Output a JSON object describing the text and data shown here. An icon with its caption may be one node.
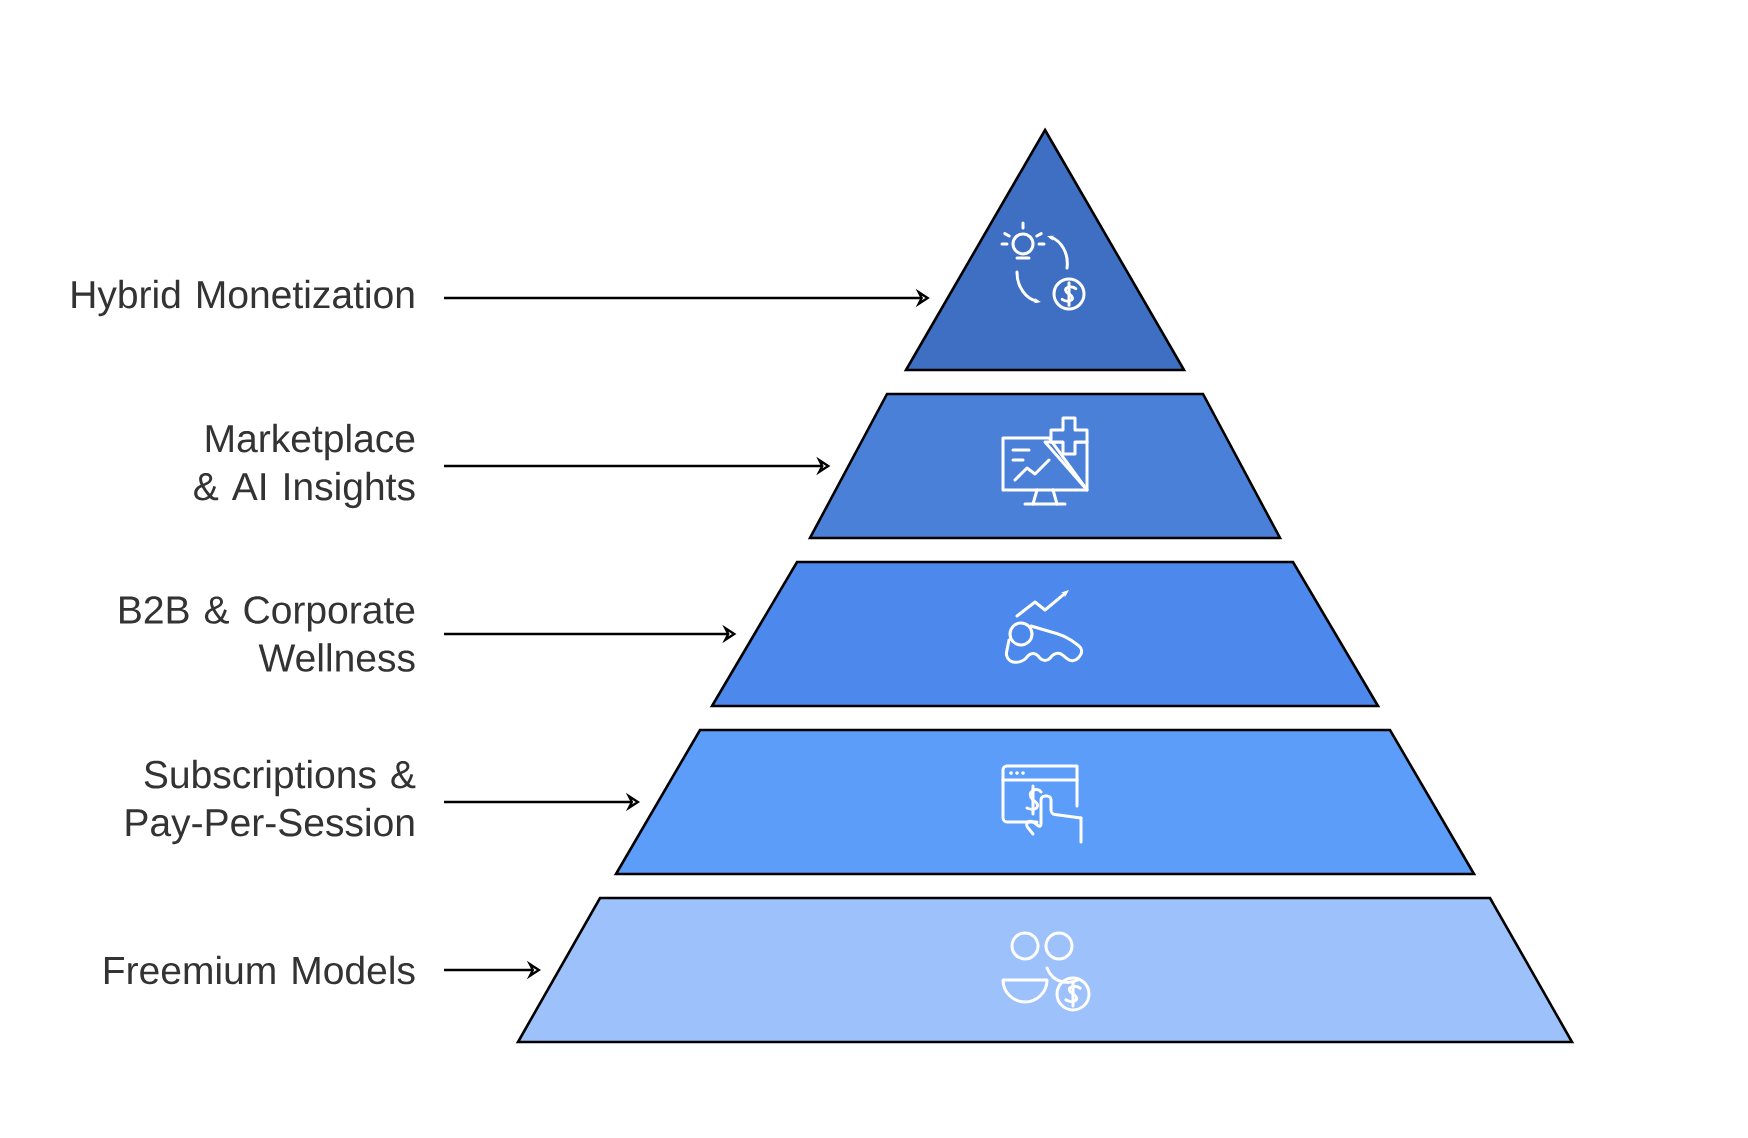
{
  "diagram": {
    "nodes": [
      {
        "text": [
          "Hybrid Monetization"
        ]
      },
      {
        "text": [
          "Marketplace & AI Insights"
        ]
      },
      {
        "text": [
          "B2B & Corporate Wellness"
        ]
      },
      {
        "text": [
          "Subscriptions & Pay-Per-Session"
        ]
      },
      {
        "text": [
          "Freemium Models"
        ]
      },
      {
        "text": [],
        "shape": "triangle"
      },
      {
        "text": [],
        "shape": "trapezoid"
      },
      {
        "text": [],
        "shape": "trapezoid"
      },
      {
        "text": [],
        "shape": "trapezoid"
      },
      {
        "text": [],
        "shape": "trapezoid"
      }
    ],
    "edges": [
      {
        "from": 0,
        "to": 5,
        "arrow": "to"
      },
      {
        "from": 1,
        "to": 6,
        "arrow": "to"
      },
      {
        "from": 2,
        "to": 7,
        "arrow": "to"
      },
      {
        "from": 3,
        "to": 8,
        "arrow": "to"
      },
      {
        "from": 4,
        "to": 9,
        "arrow": "to"
      }
    ]
  }
}
